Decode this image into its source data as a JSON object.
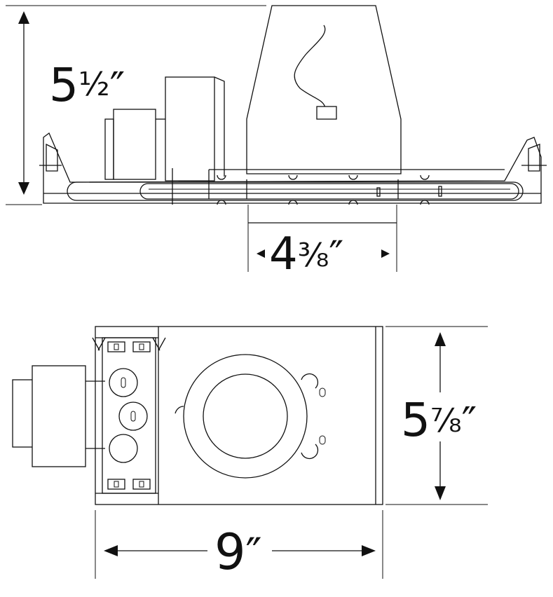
{
  "dimensions": {
    "height_side": {
      "whole": "5",
      "frac": "½",
      "unit": "″"
    },
    "aperture": {
      "whole": "4",
      "frac": "⅜",
      "unit": "″"
    },
    "width_top": {
      "whole": "5",
      "frac": "⅞",
      "unit": "″"
    },
    "length_top": {
      "whole": "9",
      "unit": "″"
    }
  }
}
